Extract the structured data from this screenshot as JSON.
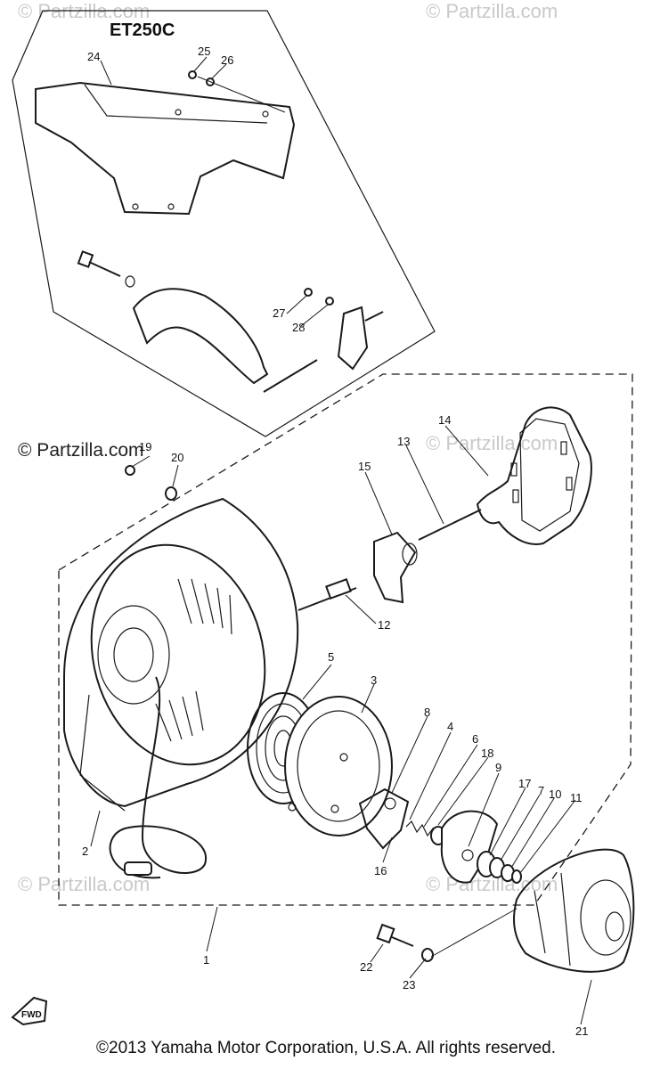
{
  "inset": {
    "model_label": "ET250C"
  },
  "watermarks": {
    "brand": "© Partzilla.com",
    "dark": "© Partzilla.com"
  },
  "callouts": {
    "c1": "1",
    "c2": "2",
    "c3": "3",
    "c4": "4",
    "c5": "5",
    "c6": "6",
    "c7": "7",
    "c8": "8",
    "c9": "9",
    "c10": "10",
    "c11": "11",
    "c12": "12",
    "c13": "13",
    "c14": "14",
    "c15": "15",
    "c16": "16",
    "c17": "17",
    "c18": "18",
    "c19": "19",
    "c20": "20",
    "c21": "21",
    "c22": "22",
    "c23": "23",
    "c24": "24",
    "c25": "25",
    "c26": "26",
    "c27": "27",
    "c28": "28"
  },
  "fwd_label": "FWD",
  "copyright": "©2013  Yamaha Motor Corporation, U.S.A. All rights reserved."
}
